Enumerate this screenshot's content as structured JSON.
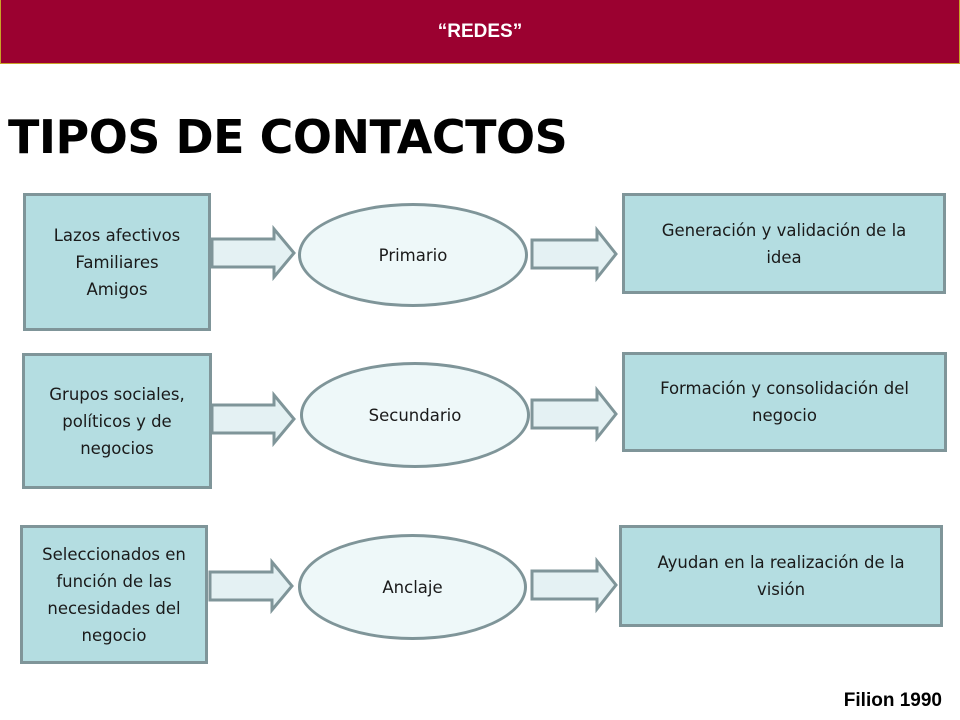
{
  "header": {
    "title": "“REDES”"
  },
  "slide": {
    "title": "TIPOS DE CONTACTOS"
  },
  "rows": [
    {
      "source": "Lazos afectivos\nFamiliares\nAmigos",
      "type": "Primario",
      "result": "Generación y validación de la\nidea"
    },
    {
      "source": "Grupos sociales,\npolíticos y de\nnegocios",
      "type": "Secundario",
      "result": "Formación y consolidación del\nnegocio"
    },
    {
      "source": "Seleccionados en\nfunción de las\nnecesidades del\nnegocio",
      "type": "Anclaje",
      "result": "Ayudan en la realización de la\nvisión"
    }
  ],
  "footer": {
    "credit": "Filion 1990"
  },
  "colors": {
    "header_bg": "#9b0130",
    "box_fill": "#b4dde1",
    "oval_fill": "#eef8f9",
    "stroke": "#7f9599"
  }
}
